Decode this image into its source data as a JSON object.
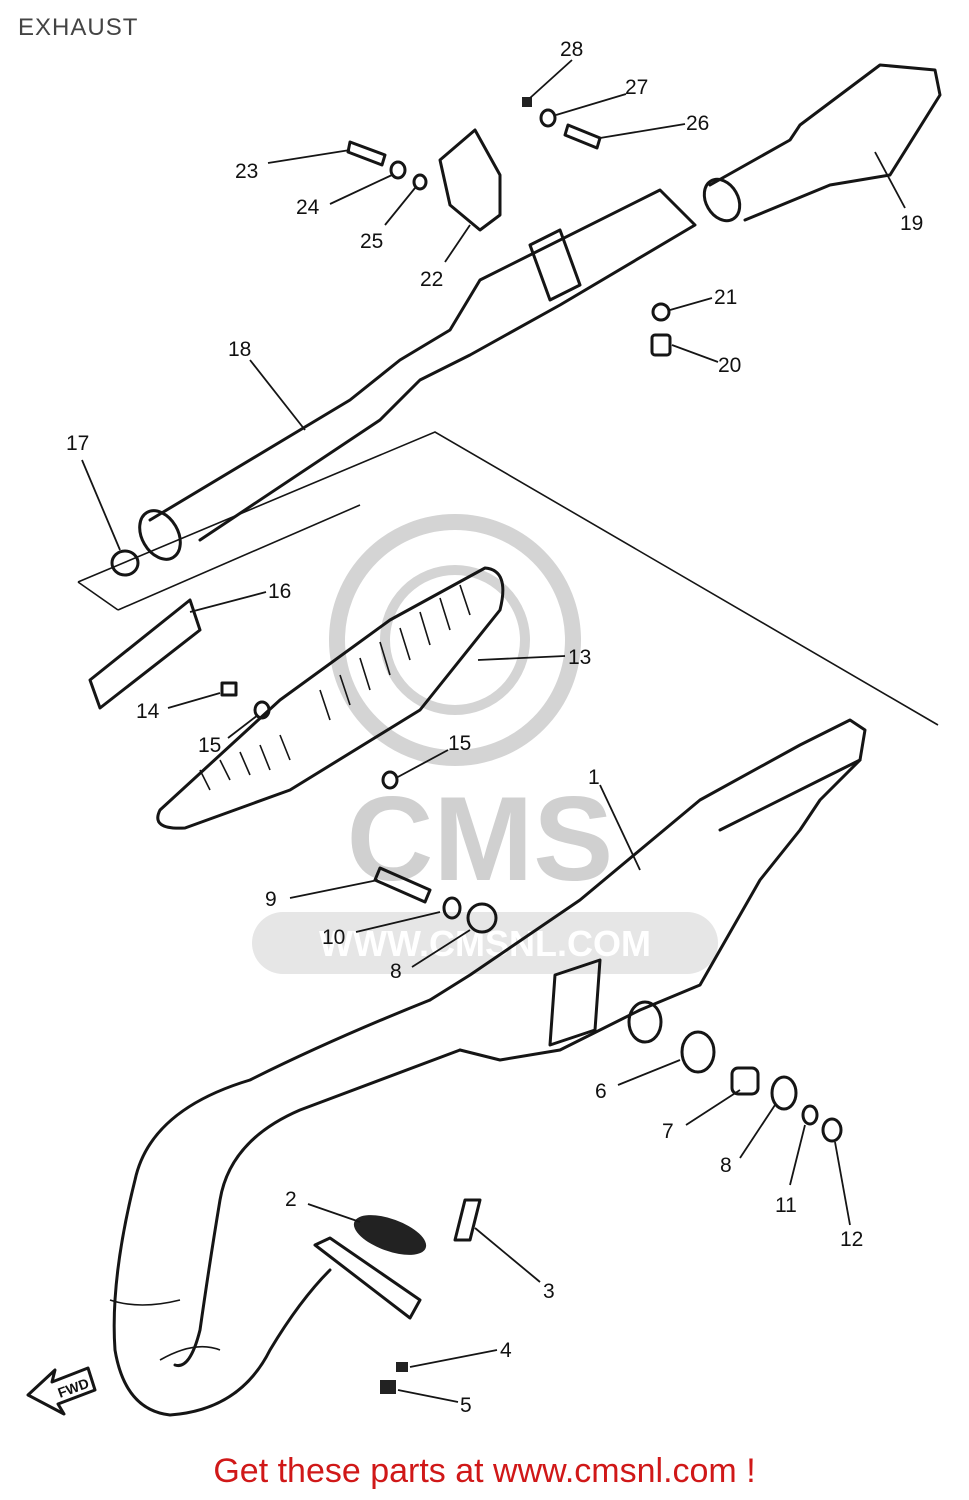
{
  "page": {
    "title": "EXHAUST",
    "cta_text": "Get these parts at www.cmsnl.com !"
  },
  "colors": {
    "cta": "#d01818",
    "title": "#444444",
    "line": "#151515",
    "watermark": "#d0d0d0"
  },
  "watermark": {
    "brand": "CMS",
    "url": "WWW.CMSNL.COM"
  },
  "direction_label": "FWD",
  "callouts": [
    {
      "id": "c1",
      "label": "1"
    },
    {
      "id": "c2",
      "label": "2"
    },
    {
      "id": "c3",
      "label": "3"
    },
    {
      "id": "c4",
      "label": "4"
    },
    {
      "id": "c5",
      "label": "5"
    },
    {
      "id": "c6",
      "label": "6"
    },
    {
      "id": "c7",
      "label": "7"
    },
    {
      "id": "c8a",
      "label": "8"
    },
    {
      "id": "c8b",
      "label": "8"
    },
    {
      "id": "c9",
      "label": "9"
    },
    {
      "id": "c10",
      "label": "10"
    },
    {
      "id": "c11",
      "label": "11"
    },
    {
      "id": "c12",
      "label": "12"
    },
    {
      "id": "c13",
      "label": "13"
    },
    {
      "id": "c14",
      "label": "14"
    },
    {
      "id": "c15a",
      "label": "15"
    },
    {
      "id": "c15b",
      "label": "15"
    },
    {
      "id": "c16",
      "label": "16"
    },
    {
      "id": "c17",
      "label": "17"
    },
    {
      "id": "c18",
      "label": "18"
    },
    {
      "id": "c19",
      "label": "19"
    },
    {
      "id": "c20",
      "label": "20"
    },
    {
      "id": "c21",
      "label": "21"
    },
    {
      "id": "c22",
      "label": "22"
    },
    {
      "id": "c23",
      "label": "23"
    },
    {
      "id": "c24",
      "label": "24"
    },
    {
      "id": "c25",
      "label": "25"
    },
    {
      "id": "c26",
      "label": "26"
    },
    {
      "id": "c27",
      "label": "27"
    },
    {
      "id": "c28",
      "label": "28"
    }
  ]
}
